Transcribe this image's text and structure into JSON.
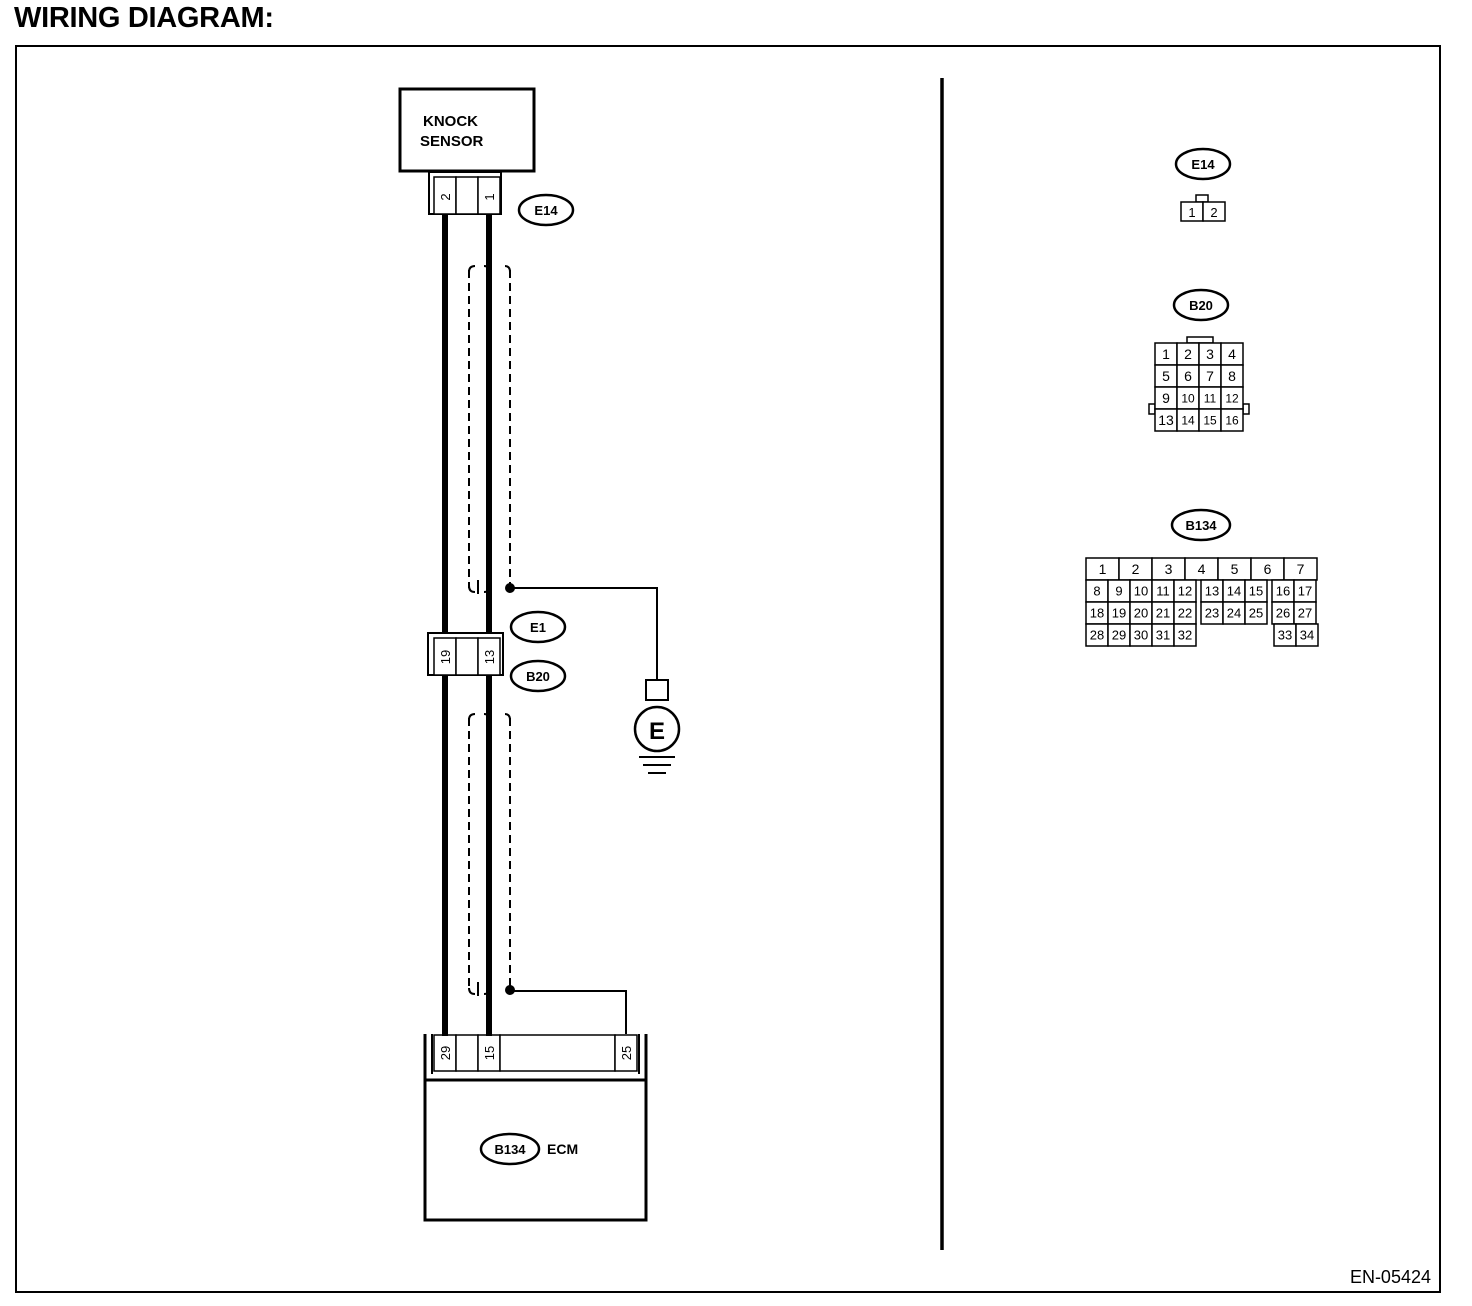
{
  "title": "WIRING DIAGRAM:",
  "figure_id": "EN-05424",
  "sensor": {
    "label_line1": "KNOCK",
    "label_line2": "SENSOR"
  },
  "ecm_label": "ECM",
  "ground_symbol": "E",
  "connectors": {
    "e14": {
      "name": "E14",
      "pins": [
        "2",
        "1"
      ]
    },
    "e1": {
      "name": "E1"
    },
    "b20": {
      "name": "B20",
      "pins": [
        "19",
        "13"
      ]
    },
    "b134": {
      "name": "B134",
      "pins": [
        "29",
        "15",
        "25"
      ]
    }
  },
  "views": {
    "e14": {
      "name": "E14",
      "pins": [
        "1",
        "2"
      ]
    },
    "b20": {
      "name": "B20",
      "rows": [
        [
          "1",
          "2",
          "3",
          "4"
        ],
        [
          "5",
          "6",
          "7",
          "8"
        ],
        [
          "9",
          "10",
          "11",
          "12"
        ],
        [
          "13",
          "14",
          "15",
          "16"
        ]
      ]
    },
    "b134": {
      "name": "B134",
      "row1": [
        "1",
        "2",
        "3",
        "4",
        "5",
        "6",
        "7"
      ],
      "row2": [
        "8",
        "9",
        "10",
        "11",
        "12",
        "13",
        "14",
        "15",
        "16",
        "17"
      ],
      "row3": [
        "18",
        "19",
        "20",
        "21",
        "22",
        "23",
        "24",
        "25",
        "26",
        "27"
      ],
      "row4a": [
        "28",
        "29",
        "30",
        "31",
        "32"
      ],
      "row4b": [
        "33",
        "34"
      ]
    }
  }
}
